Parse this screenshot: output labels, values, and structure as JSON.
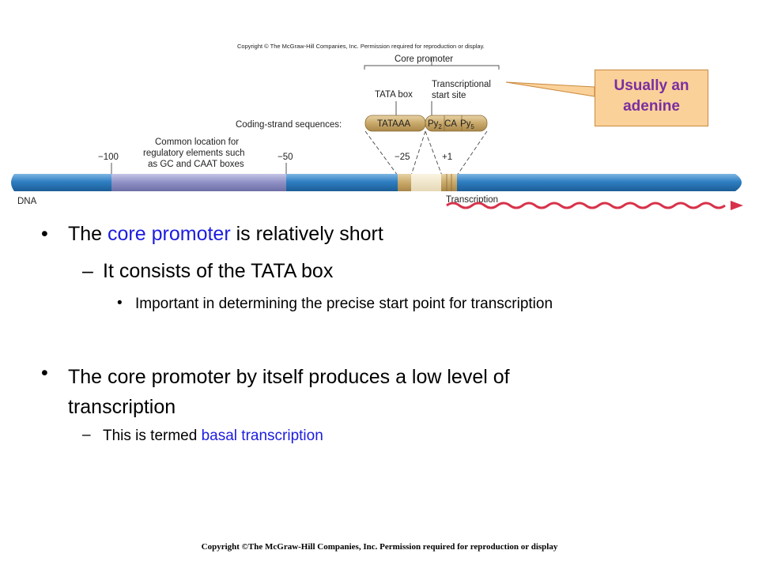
{
  "figure": {
    "copyright": "Copyright © The McGraw-Hill Companies, Inc. Permission required for reproduction or display.",
    "core_promoter_label": "Core promoter",
    "tata_box_label": "TATA box",
    "tss_label_line1": "Transcriptional",
    "tss_label_line2": "start site",
    "coding_strand_label": "Coding-strand sequences:",
    "tataaa": "TATAAA",
    "py2": "Py",
    "py2_sub": "2",
    "ca": "CA",
    "py5": "Py",
    "py5_sub": "5",
    "common_location_lines": [
      "Common location for",
      "regulatory elements such",
      "as GC and CAAT boxes"
    ],
    "pos_minus100": "−100",
    "pos_minus50": "−50",
    "pos_minus25": "−25",
    "pos_plus1": "+1",
    "dna_label": "DNA",
    "transcription_label": "Transcription",
    "colors": {
      "dna_blue": "#2f7fc2",
      "regulatory_region": "#8e8fc4",
      "tata_gold": "#c9a96a",
      "transcript_red": "#d8324a"
    }
  },
  "callout": {
    "line1": "Usually an",
    "line2": "adenine"
  },
  "bullets": {
    "b1_pre": "The ",
    "b1_term": "core promoter",
    "b1_post": " is relatively short",
    "b1_sub": "It consists of the TATA box",
    "b1_subsub": "Important in determining the precise start point for transcription",
    "b2_line1": "The core promoter by itself produces a low level of",
    "b2_line2": "transcription",
    "b2_sub_pre": "This is termed ",
    "b2_sub_term": "basal transcription",
    "bullet_char": "•",
    "dash_char": "–"
  },
  "footer": "Copyright ©The McGraw-Hill Companies, Inc. Permission required for reproduction or display"
}
